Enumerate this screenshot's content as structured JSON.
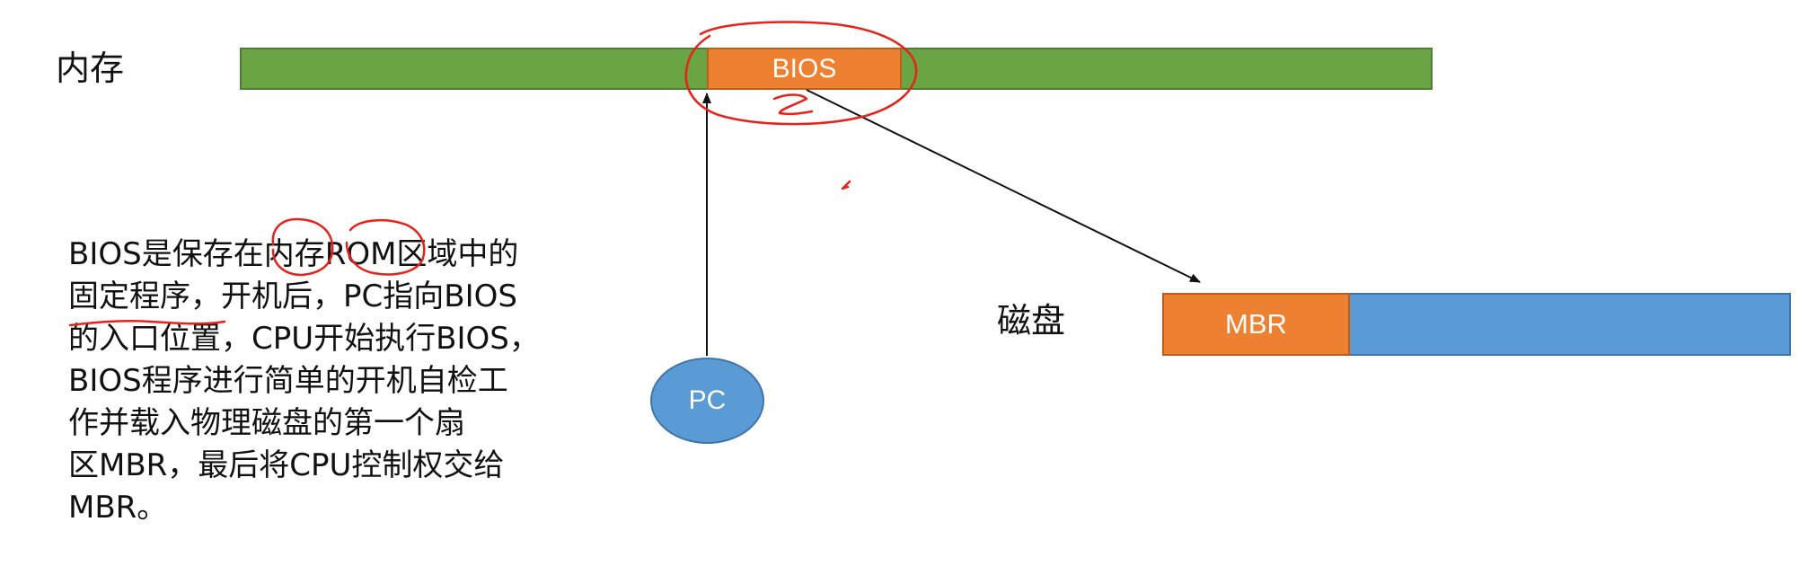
{
  "diagram": {
    "memory_label": "内存",
    "disk_label": "磁盘",
    "bios_label": "BIOS",
    "mbr_label": "MBR",
    "pc_label": "PC",
    "description": "BIOS是保存在内存ROM区域中的\n固定程序，开机后，PC指向BIOS\n的入口位置，CPU开始执行BIOS，\nBIOS程序进行简单的开机自检工\n作并载入物理磁盘的第一个扇\n区MBR，最后将CPU控制权交给\nMBR。"
  },
  "colors": {
    "memory_bar": "#6aa443",
    "highlight_block": "#ee8131",
    "disk_bar": "#5b9bd5",
    "pc_node": "#5b9bd5",
    "annotation_ink": "#e8221b",
    "arrow": "#111111"
  }
}
